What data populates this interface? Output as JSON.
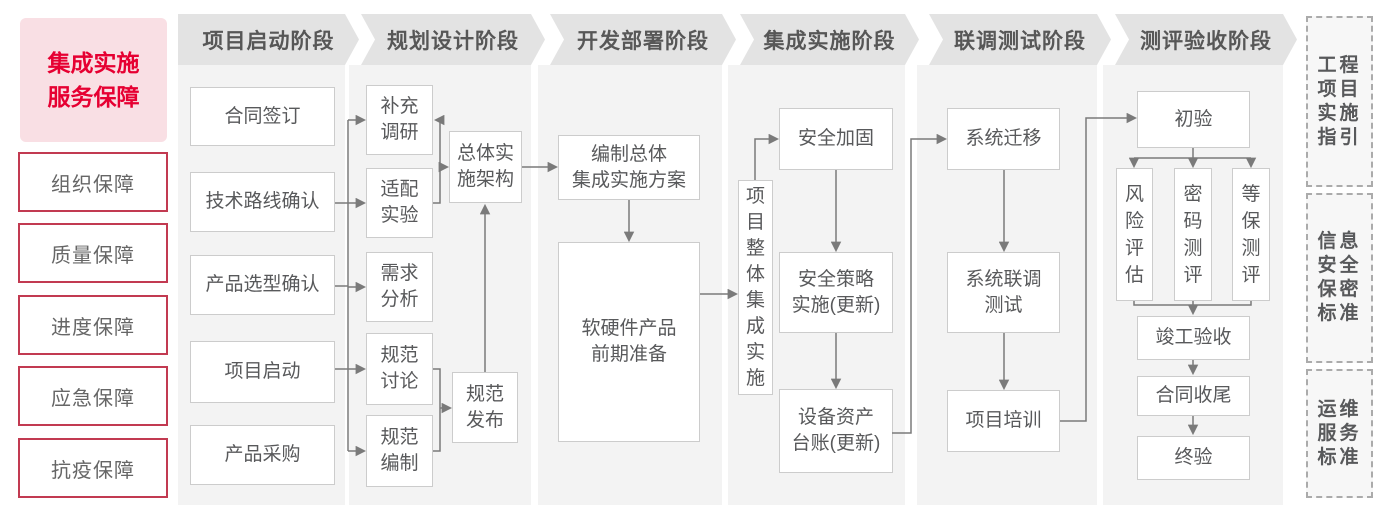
{
  "sidebar": {
    "title_line1": "集成实施",
    "title_line2": "服务保障",
    "items": [
      "组织保障",
      "质量保障",
      "进度保障",
      "应急保障",
      "抗疫保障"
    ]
  },
  "stages": [
    {
      "header": "项目启动阶段",
      "boxes": [
        {
          "lines": [
            "合同签订"
          ]
        },
        {
          "lines": [
            "技术路线确认"
          ]
        },
        {
          "lines": [
            "产品选型确认"
          ]
        },
        {
          "lines": [
            "项目启动"
          ]
        },
        {
          "lines": [
            "产品采购"
          ]
        }
      ]
    },
    {
      "header": "规划设计阶段",
      "boxes": [
        {
          "lines": [
            "补充",
            "调研"
          ]
        },
        {
          "lines": [
            "适配",
            "实验"
          ]
        },
        {
          "lines": [
            "需求",
            "分析"
          ]
        },
        {
          "lines": [
            "规范",
            "讨论"
          ]
        },
        {
          "lines": [
            "规范",
            "编制"
          ]
        },
        {
          "lines": [
            "总体实",
            "施架构"
          ]
        },
        {
          "lines": [
            "规范",
            "发布"
          ]
        }
      ]
    },
    {
      "header": "开发部署阶段",
      "boxes": [
        {
          "lines": [
            "编制总体",
            "集成实施方案"
          ]
        },
        {
          "lines": [
            "软硬件产品",
            "前期准备"
          ]
        }
      ]
    },
    {
      "header": "集成实施阶段",
      "boxes": [
        {
          "text": "项目整体集成实施"
        },
        {
          "lines": [
            "安全加固"
          ]
        },
        {
          "lines": [
            "安全策略",
            "实施(更新)"
          ]
        },
        {
          "lines": [
            "设备资产",
            "台账(更新)"
          ]
        }
      ]
    },
    {
      "header": "联调测试阶段",
      "boxes": [
        {
          "lines": [
            "系统迁移"
          ]
        },
        {
          "lines": [
            "系统联调",
            "测试"
          ]
        },
        {
          "lines": [
            "项目培训"
          ]
        }
      ]
    },
    {
      "header": "测评验收阶段",
      "boxes": [
        {
          "lines": [
            "初验"
          ]
        },
        {
          "text": "风险评估"
        },
        {
          "text": "密码测评"
        },
        {
          "text": "等保测评"
        },
        {
          "lines": [
            "竣工验收"
          ]
        },
        {
          "lines": [
            "合同收尾"
          ]
        },
        {
          "lines": [
            "终验"
          ]
        }
      ]
    }
  ],
  "standards": [
    {
      "lines": [
        "工程",
        "项目",
        "实施",
        "指引"
      ]
    },
    {
      "lines": [
        "信息",
        "安全",
        "保密",
        "标准"
      ]
    },
    {
      "lines": [
        "运维",
        "服务",
        "标准"
      ]
    }
  ],
  "colors": {
    "accent_red": "#e60032",
    "border_red": "#c23a51",
    "pink_bg": "#f9dfe4",
    "header_gray": "#e3e3e3",
    "panel_gray": "#f3f3f3",
    "connector_gray": "#7a7a7a",
    "text_gray": "#58595b"
  }
}
